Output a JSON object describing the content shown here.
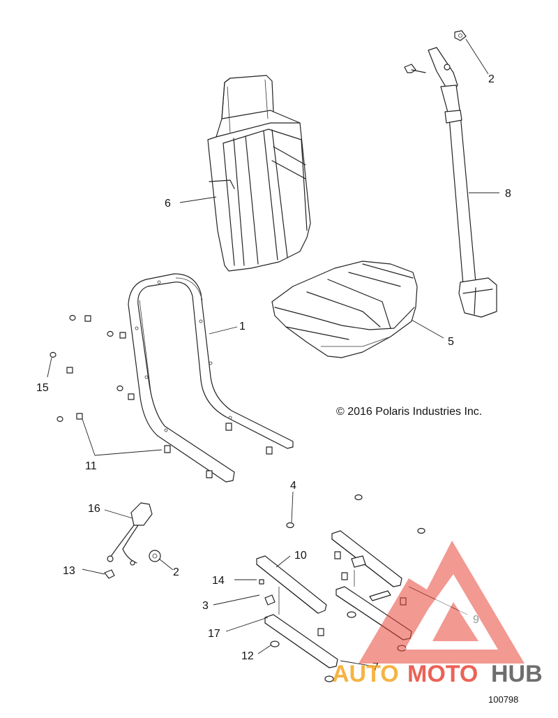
{
  "diagram": {
    "copyright": "© 2016 Polaris Industries Inc.",
    "document_number": "100798",
    "callouts": [
      "1",
      "2",
      "2",
      "3",
      "4",
      "5",
      "6",
      "7",
      "8",
      "9",
      "10",
      "11",
      "12",
      "13",
      "14",
      "15",
      "16",
      "17"
    ]
  },
  "watermark": {
    "part1": "AUTO",
    "part2": "MOTO",
    "part3": "HUB",
    "color_light": "#f5a623",
    "color_main": "#e8473a",
    "color_dark": "#555555"
  }
}
